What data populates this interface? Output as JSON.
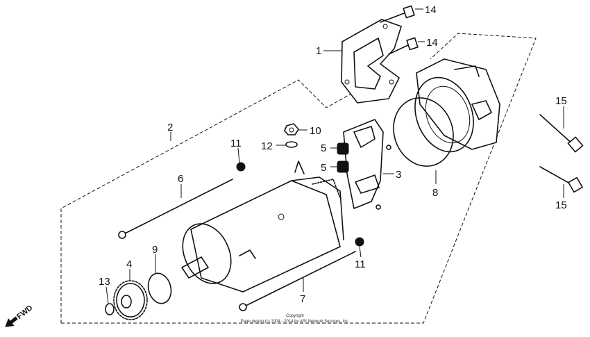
{
  "callouts": [
    {
      "id": "c1",
      "text": "1"
    },
    {
      "id": "c2",
      "text": "2"
    },
    {
      "id": "c3",
      "text": "3"
    },
    {
      "id": "c4",
      "text": "4"
    },
    {
      "id": "c5a",
      "text": "5"
    },
    {
      "id": "c5b",
      "text": "5"
    },
    {
      "id": "c6",
      "text": "6"
    },
    {
      "id": "c7",
      "text": "7"
    },
    {
      "id": "c8",
      "text": "8"
    },
    {
      "id": "c9",
      "text": "9"
    },
    {
      "id": "c10",
      "text": "10"
    },
    {
      "id": "c11a",
      "text": "11"
    },
    {
      "id": "c11b",
      "text": "11"
    },
    {
      "id": "c12",
      "text": "12"
    },
    {
      "id": "c13",
      "text": "13"
    },
    {
      "id": "c14a",
      "text": "14"
    },
    {
      "id": "c14b",
      "text": "14"
    },
    {
      "id": "c15a",
      "text": "15"
    },
    {
      "id": "c15b",
      "text": "15"
    }
  ],
  "direction_label": "FWD",
  "copyright": {
    "line1": "Copyright",
    "line2": "Page design (c) 2004 - 2014 by ARI Network Services, Inc."
  }
}
